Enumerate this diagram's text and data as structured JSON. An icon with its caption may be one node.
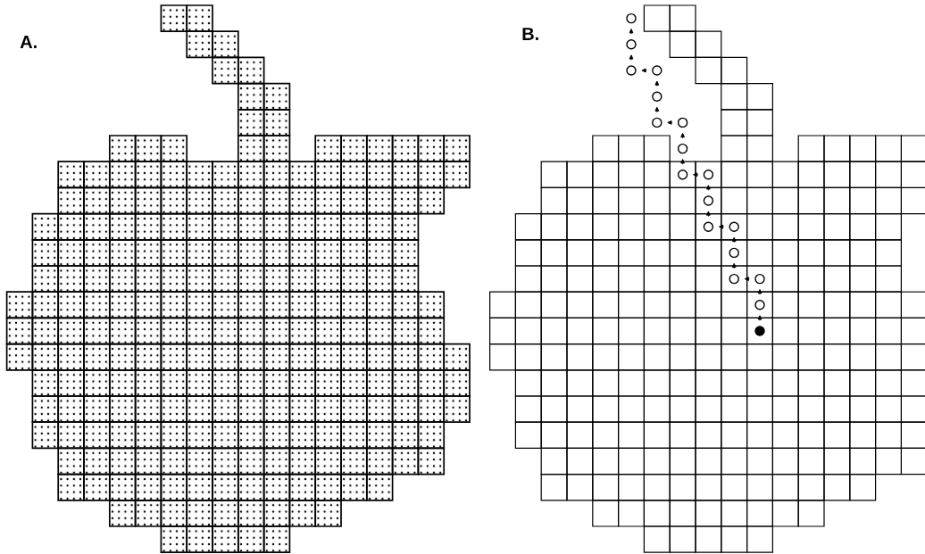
{
  "diagram": {
    "nodes": [
      {
        "text": [],
        "shape": "circle"
      },
      {
        "text": [],
        "shape": "circle"
      },
      {
        "text": [],
        "shape": "circle"
      },
      {
        "text": [],
        "shape": "circle"
      },
      {
        "text": [],
        "shape": "circle"
      },
      {
        "text": [],
        "shape": "circle"
      },
      {
        "text": [],
        "shape": "circle"
      },
      {
        "text": [],
        "shape": "circle"
      },
      {
        "text": [],
        "shape": "circle"
      },
      {
        "text": [],
        "shape": "circle"
      },
      {
        "text": [],
        "shape": "circle"
      },
      {
        "text": [],
        "shape": "circle"
      },
      {
        "text": [],
        "shape": "circle"
      },
      {
        "text": [],
        "shape": "circle"
      },
      {
        "text": [],
        "shape": "circle"
      },
      {
        "text": [],
        "shape": "circle"
      },
      {
        "text": [],
        "shape": "circle"
      },
      {
        "text": [],
        "shape": "dot"
      }
    ],
    "edges": [
      {
        "from": 1,
        "to": 0,
        "arrow": "to"
      },
      {
        "from": 2,
        "to": 1,
        "arrow": "to"
      },
      {
        "from": 3,
        "to": 2,
        "arrow": "to"
      },
      {
        "from": 4,
        "to": 3,
        "arrow": "to"
      },
      {
        "from": 5,
        "to": 4,
        "arrow": "to"
      },
      {
        "from": 6,
        "to": 5,
        "arrow": "to"
      },
      {
        "from": 7,
        "to": 6,
        "arrow": "to"
      },
      {
        "from": 8,
        "to": 7,
        "arrow": "to"
      },
      {
        "from": 9,
        "to": 8,
        "arrow": "to"
      },
      {
        "from": 10,
        "to": 9,
        "arrow": "to"
      },
      {
        "from": 11,
        "to": 10,
        "arrow": "to"
      },
      {
        "from": 12,
        "to": 11,
        "arrow": "to"
      },
      {
        "from": 13,
        "to": 12,
        "arrow": "to"
      },
      {
        "from": 14,
        "to": 13,
        "arrow": "to"
      },
      {
        "from": 15,
        "to": 14,
        "arrow": "to"
      },
      {
        "from": 16,
        "to": 15,
        "arrow": "to"
      },
      {
        "from": 17,
        "to": 16,
        "arrow": "to"
      }
    ],
    "labels": [
      "A.",
      "B."
    ]
  }
}
